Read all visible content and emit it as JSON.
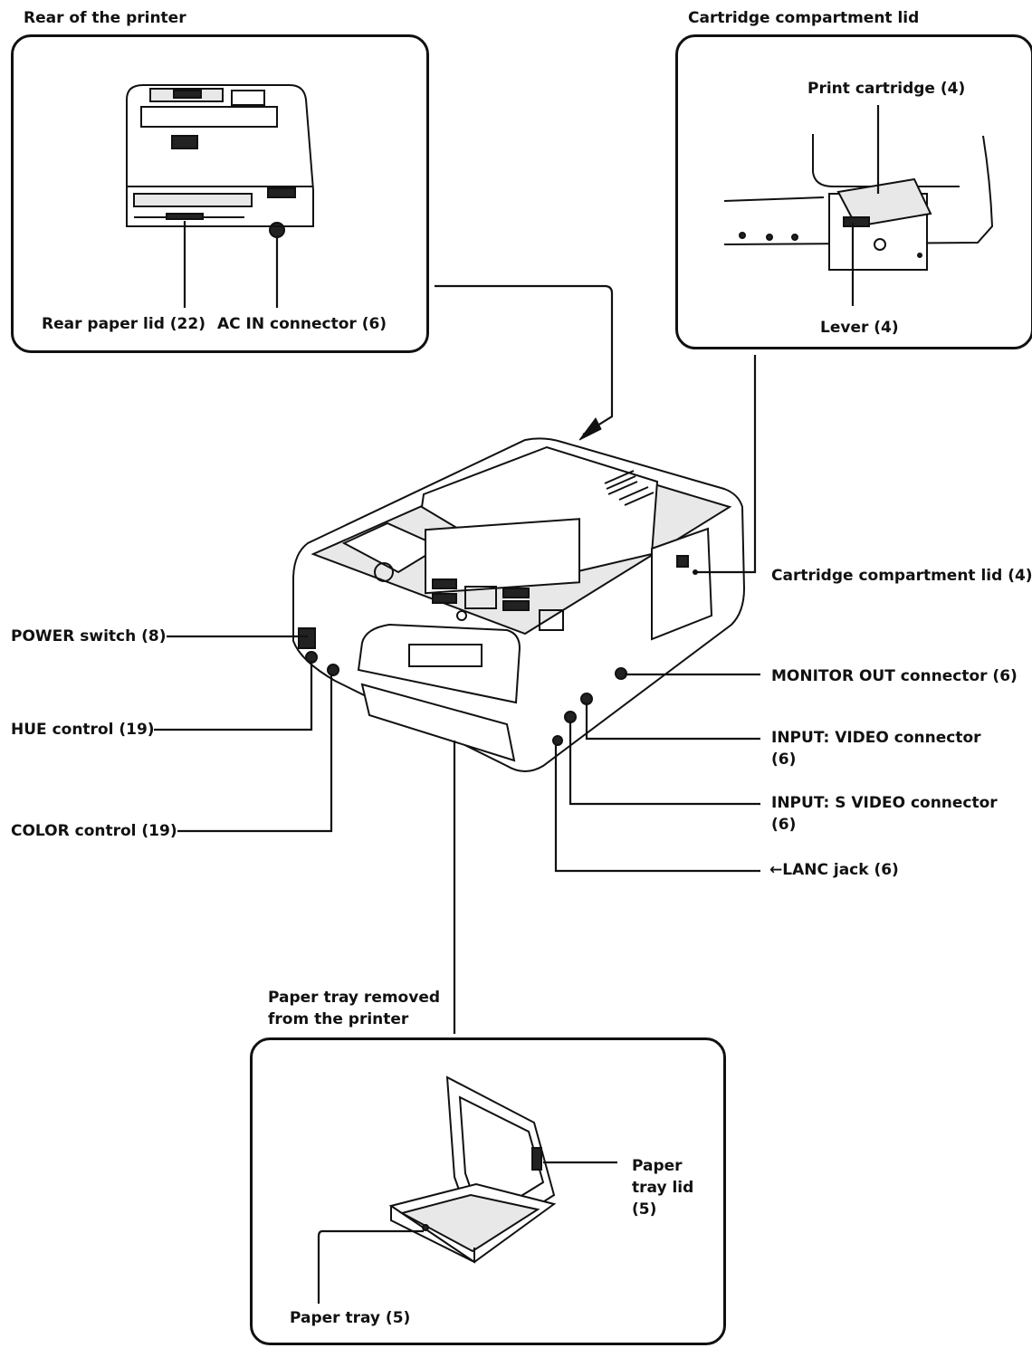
{
  "panels": {
    "rear": {
      "title": "Rear of the printer",
      "labels": {
        "rear_paper_lid": "Rear paper lid (22)",
        "ac_in": "AC IN connector (6)"
      }
    },
    "cartridge": {
      "title": "Cartridge compartment lid",
      "labels": {
        "print_cartridge": "Print cartridge (4)",
        "lever": "Lever (4)"
      }
    },
    "tray": {
      "title_line1": "Paper tray removed",
      "title_line2": "from the printer",
      "labels": {
        "tray_lid_1": "Paper",
        "tray_lid_2": "tray lid",
        "tray_lid_3": "(5)",
        "paper_tray": "Paper tray (5)"
      }
    }
  },
  "callouts": {
    "power_switch": "POWER switch (8)",
    "hue_control": "HUE control (19)",
    "color_control": "COLOR control (19)",
    "cartridge_lid": "Cartridge compartment lid (4)",
    "monitor_out": "MONITOR OUT connector (6)",
    "video_in_1": "INPUT: VIDEO connector",
    "video_in_2": "(6)",
    "svideo_in_1": "INPUT: S VIDEO connector",
    "svideo_in_2": "(6)",
    "lanc_symbol": "←",
    "lanc_jack": "LANC jack (6)"
  }
}
